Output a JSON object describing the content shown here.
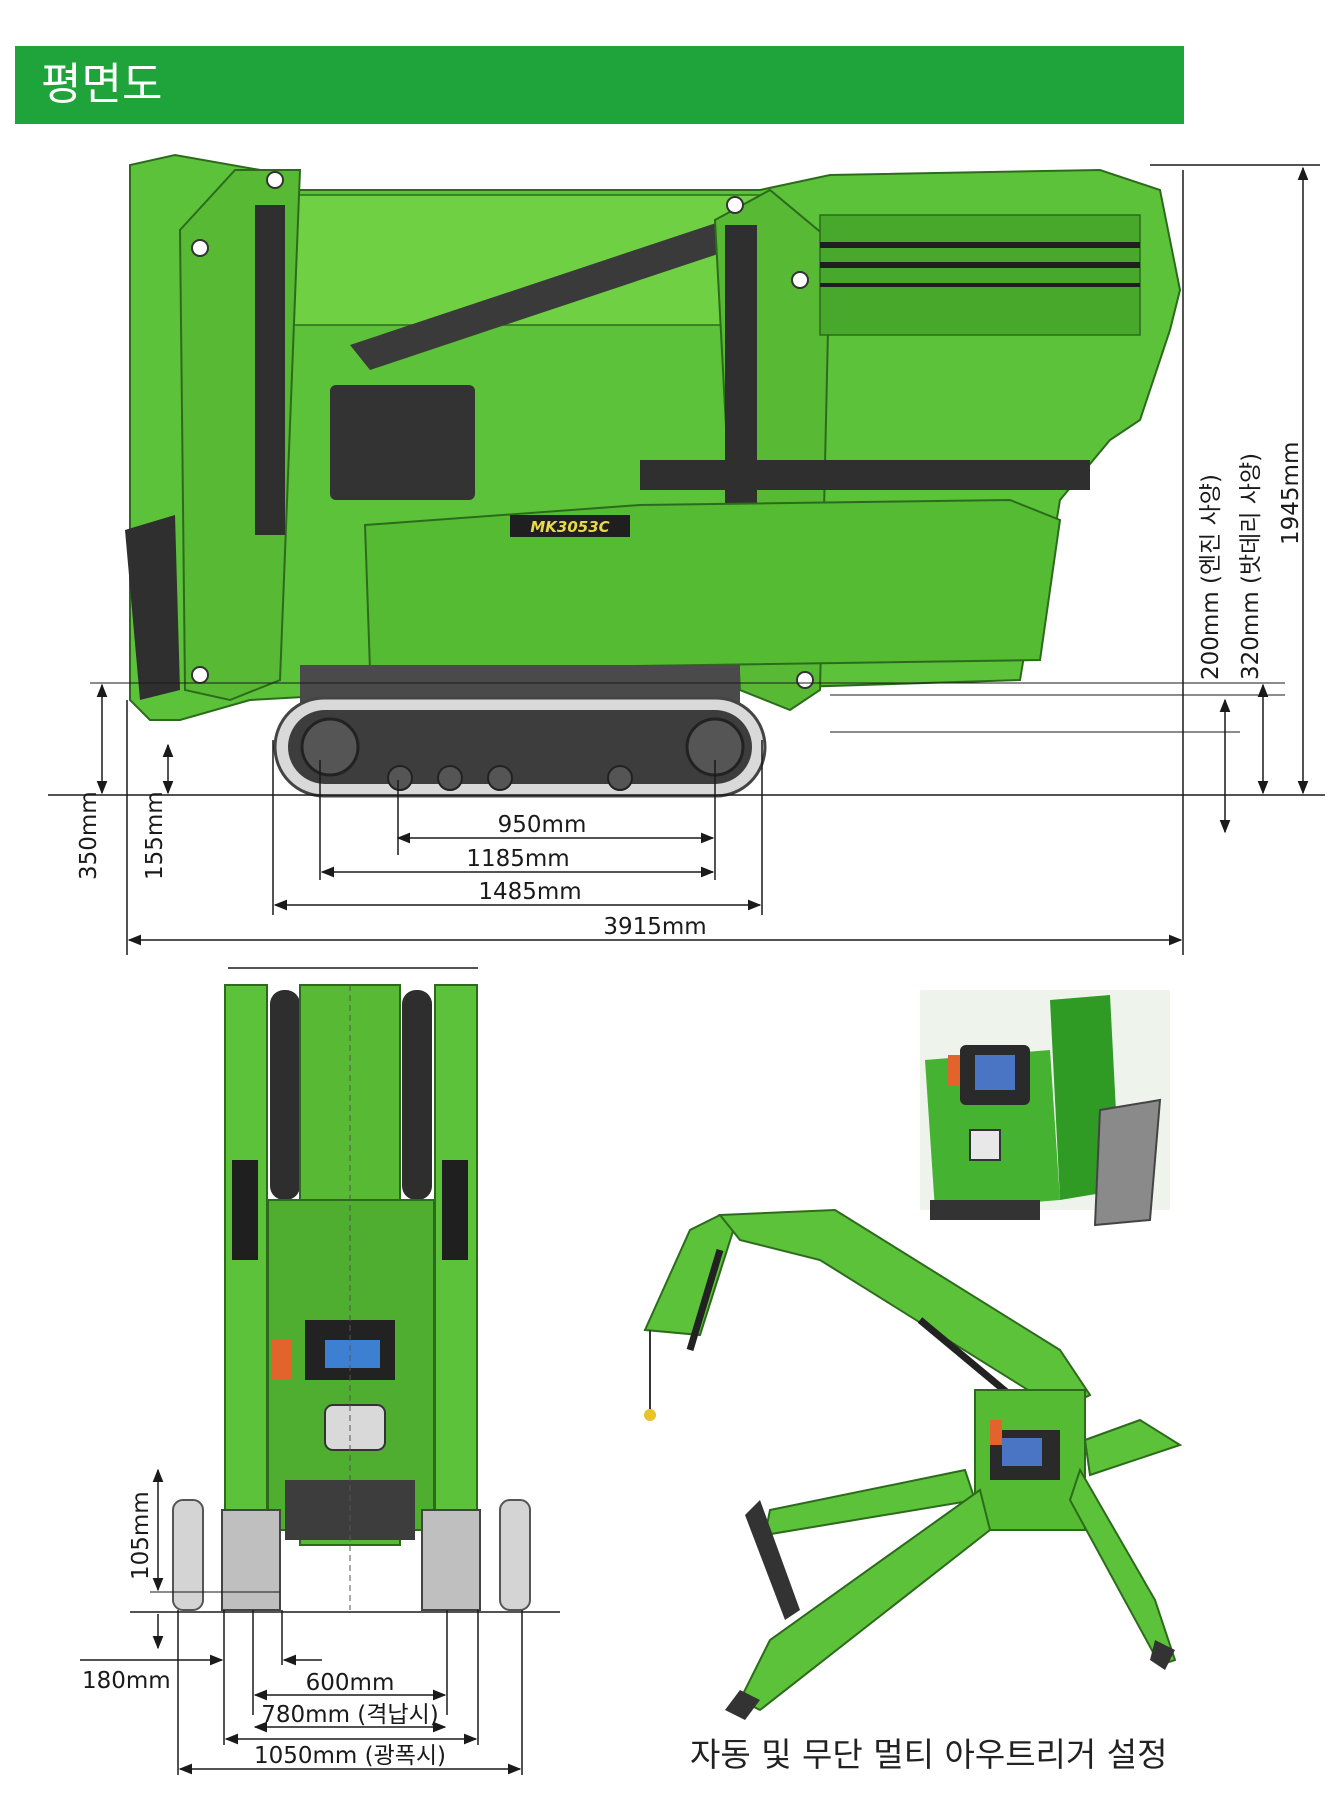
{
  "header": {
    "title": "평면도"
  },
  "model_badge": "MK3053C",
  "side_view": {
    "dims": {
      "d950": "950mm",
      "d1185": "1185mm",
      "d1485": "1485mm",
      "d3915": "3915mm",
      "d350": "350mm",
      "d155": "155mm",
      "d200": "200mm (엔진 사양)",
      "d320": "320mm (밧데리 사양)",
      "d1945": "1945mm"
    }
  },
  "front_view": {
    "dims": {
      "d105": "105mm",
      "d180": "180mm",
      "d600": "600mm",
      "d780": "780mm (격납시)",
      "d1050": "1050mm (광폭시)"
    }
  },
  "caption": "자동 및 무단 멀티 아우트리거 설정",
  "colors": {
    "brand_green": "#1fa33b",
    "machine_green": "#5cc23a",
    "dark": "#2b2b2b"
  }
}
